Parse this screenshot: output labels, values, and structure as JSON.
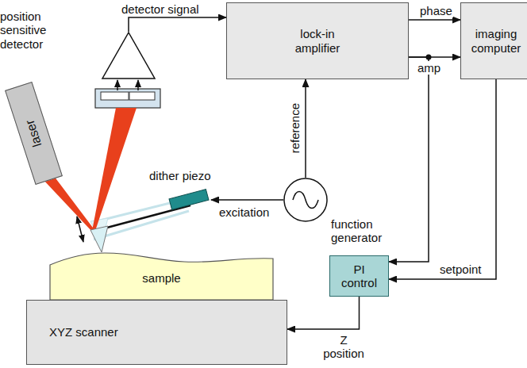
{
  "diagram": {
    "nodes": [
      {
        "text": [
          "position sensitive detector"
        ]
      },
      {
        "text": [
          "lock-in amplifier"
        ]
      },
      {
        "text": [
          "imaging computer"
        ]
      },
      {
        "text": [
          "laser"
        ]
      },
      {
        "text": [
          "dither piezo"
        ]
      },
      {
        "text": [
          "function generator"
        ]
      },
      {
        "text": [
          "PI control"
        ]
      },
      {
        "text": [
          "sample"
        ]
      },
      {
        "text": [
          "XYZ scanner"
        ]
      }
    ],
    "edges": [
      {
        "from": 0,
        "to": 1,
        "label": "detector signal",
        "arrow": "to"
      },
      {
        "from": 1,
        "to": 2,
        "label": "phase",
        "arrow": "to"
      },
      {
        "from": 1,
        "to": 2,
        "label": "amp",
        "arrow": "to"
      },
      {
        "from": 1,
        "to": 6,
        "arrow": "to"
      },
      {
        "from": 5,
        "to": 1,
        "label": "reference",
        "arrow": "to"
      },
      {
        "from": 5,
        "to": 4,
        "label": "excitation",
        "arrow": "to"
      },
      {
        "from": 2,
        "to": 6,
        "label": "setpoint",
        "arrow": "to"
      },
      {
        "from": 6,
        "to": 8,
        "label": "Z position",
        "arrow": "to"
      }
    ]
  }
}
